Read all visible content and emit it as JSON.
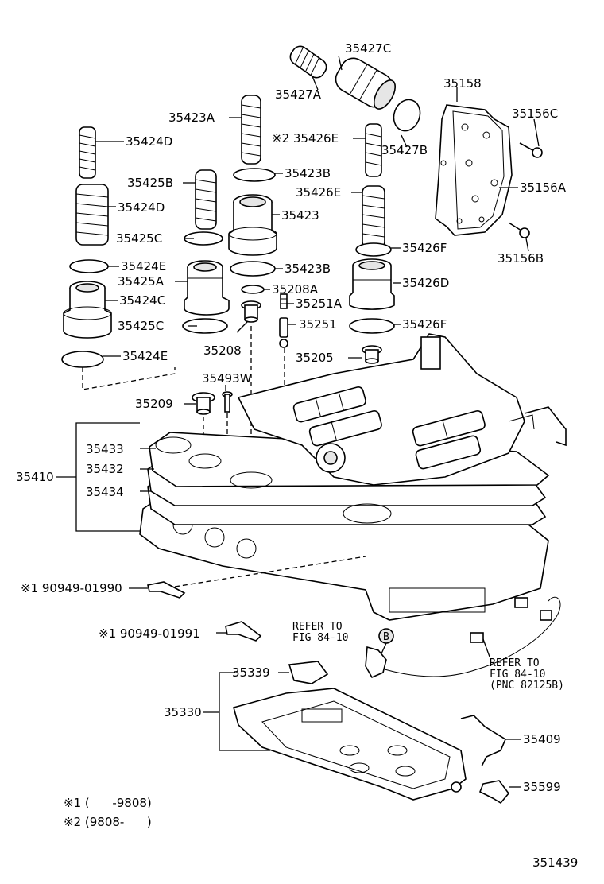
{
  "diagram_id": "351439",
  "labels": {
    "p35427C": "35427C",
    "p35427A": "35427A",
    "p35427B": "35427B",
    "p35158": "35158",
    "p35156C": "35156C",
    "p35156A": "35156A",
    "p35156B": "35156B",
    "p35423A": "35423A",
    "p35426E_2": "※2 35426E",
    "p35424D_1": "35424D",
    "p35425B": "35425B",
    "p35423B_1": "35423B",
    "p35424D_2": "35424D",
    "p35423": "35423",
    "p35426E": "35426E",
    "p35425C_1": "35425C",
    "p35426F_1": "35426F",
    "p35424E_1": "35424E",
    "p35423B_2": "35423B",
    "p35425A": "35425A",
    "p35426D": "35426D",
    "p35208A": "35208A",
    "p35424C": "35424C",
    "p35251A": "35251A",
    "p35425C_2": "35425C",
    "p35251": "35251",
    "p35426F_2": "35426F",
    "p35208": "35208",
    "p35205": "35205",
    "p35424E_2": "35424E",
    "p35493W": "35493W",
    "p35209": "35209",
    "p35433": "35433",
    "p35432": "35432",
    "p35410": "35410",
    "p35434": "35434",
    "p90949_01990": "※1 90949-01990",
    "p90949_01991": "※1 90949-01991",
    "refer1_a": "REFER TO",
    "refer1_b": "FIG 84-10",
    "refer_b_marker": "B",
    "refer2_a": "REFER TO",
    "refer2_b": "FIG 84-10",
    "refer2_c": "(PNC 82125B)",
    "p35339": "35339",
    "p35330": "35330",
    "p35409": "35409",
    "p35599": "35599"
  },
  "notes": {
    "note1": "※1 (      -9808)",
    "note2": "※2 (9808-      )"
  }
}
